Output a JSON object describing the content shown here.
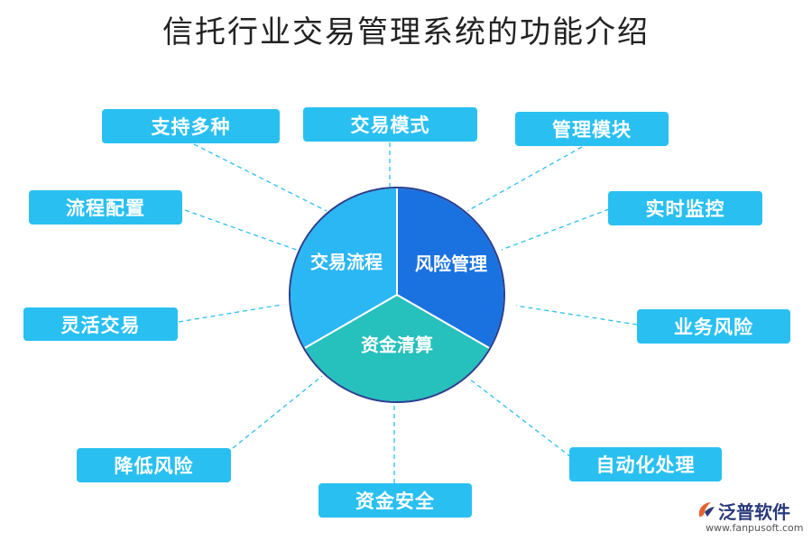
{
  "title": "信托行业交易管理系统的功能介绍",
  "center": {
    "segments": [
      {
        "label": "交易流程",
        "color": "#2bb7f4"
      },
      {
        "label": "风险管理",
        "color": "#1a72e0"
      },
      {
        "label": "资金清算",
        "color": "#26c0bd"
      }
    ],
    "border_color": "#2a3f8f"
  },
  "tags": [
    {
      "key": "support",
      "label": "支持多种"
    },
    {
      "key": "mode",
      "label": "交易模式"
    },
    {
      "key": "module",
      "label": "管理模块"
    },
    {
      "key": "process",
      "label": "流程配置"
    },
    {
      "key": "monitor",
      "label": "实时监控"
    },
    {
      "key": "flexible",
      "label": "灵活交易"
    },
    {
      "key": "biz",
      "label": "业务风险"
    },
    {
      "key": "lower",
      "label": "降低风险"
    },
    {
      "key": "auto",
      "label": "自动化处理"
    },
    {
      "key": "safety",
      "label": "资金安全"
    }
  ],
  "tag_color": "#29c0f1",
  "connector_color": "#29c0f1",
  "logo": {
    "name": "泛普软件",
    "url": "www.fanpusoft.com"
  }
}
